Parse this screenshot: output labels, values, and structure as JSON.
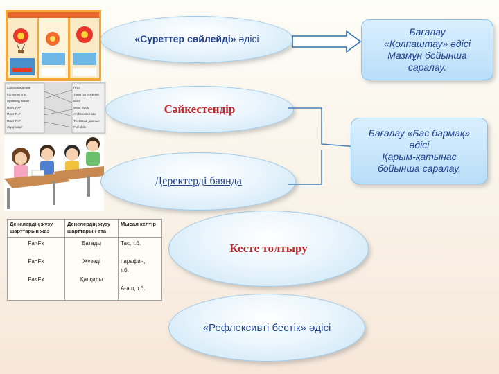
{
  "ellipses": {
    "method1": {
      "prefix": "«Суреттер сөйлейді»",
      "suffix": " әдісі"
    },
    "matching": "Сәйкестендір",
    "report": "Деректерді баянда",
    "table_fill": "Кесте толтыру",
    "reflexive": "«Рефлексивті бестік» әдісі"
  },
  "assessment_boxes": {
    "top": {
      "line1": "Бағалау",
      "line2": "«Қолпаштау» әдісі",
      "line3": "Мазмұн  бойынша",
      "line4": "саралау."
    },
    "middle": {
      "line1": "Бағалау «Бас бармақ»",
      "line2": "әдісі",
      "line3": "Қарым-қатынас",
      "line4": "бойынша саралау."
    }
  },
  "table": {
    "headers": [
      "Денелердің жүзу шарттарын жаз",
      "Денелердің жүзу шарттарын ата",
      "Мысал келтір"
    ],
    "col1": "Fа>Fх\n\nFа=Fх\n\nFа<Fх",
    "col2": "Батады\n\nЖүзеді\n\nҚалқиды",
    "col3": "Тас, т.б.\n\n парафин,\nт.б.\n\nАғаш, т.б."
  },
  "worksheet": {
    "rows_left": [
      "Сопровождение",
      "Колонтитулы",
      "Архимед закон",
      "Плот   F>F",
      "Плот    F=F",
      "Плот    F<F",
      "Жүзу шарт"
    ],
    "rows_right": [
      "Плот",
      "Тоны погружения",
      "кала",
      "Wind Body",
      "Archimedes law",
      "Тестовые данные",
      "Pull slide"
    ]
  },
  "colors": {
    "accent_text": "#1f3f8f",
    "red_title": "#c0282d",
    "ellipse_border": "#9cc8e8",
    "box_fill": "#c6e5fb"
  }
}
